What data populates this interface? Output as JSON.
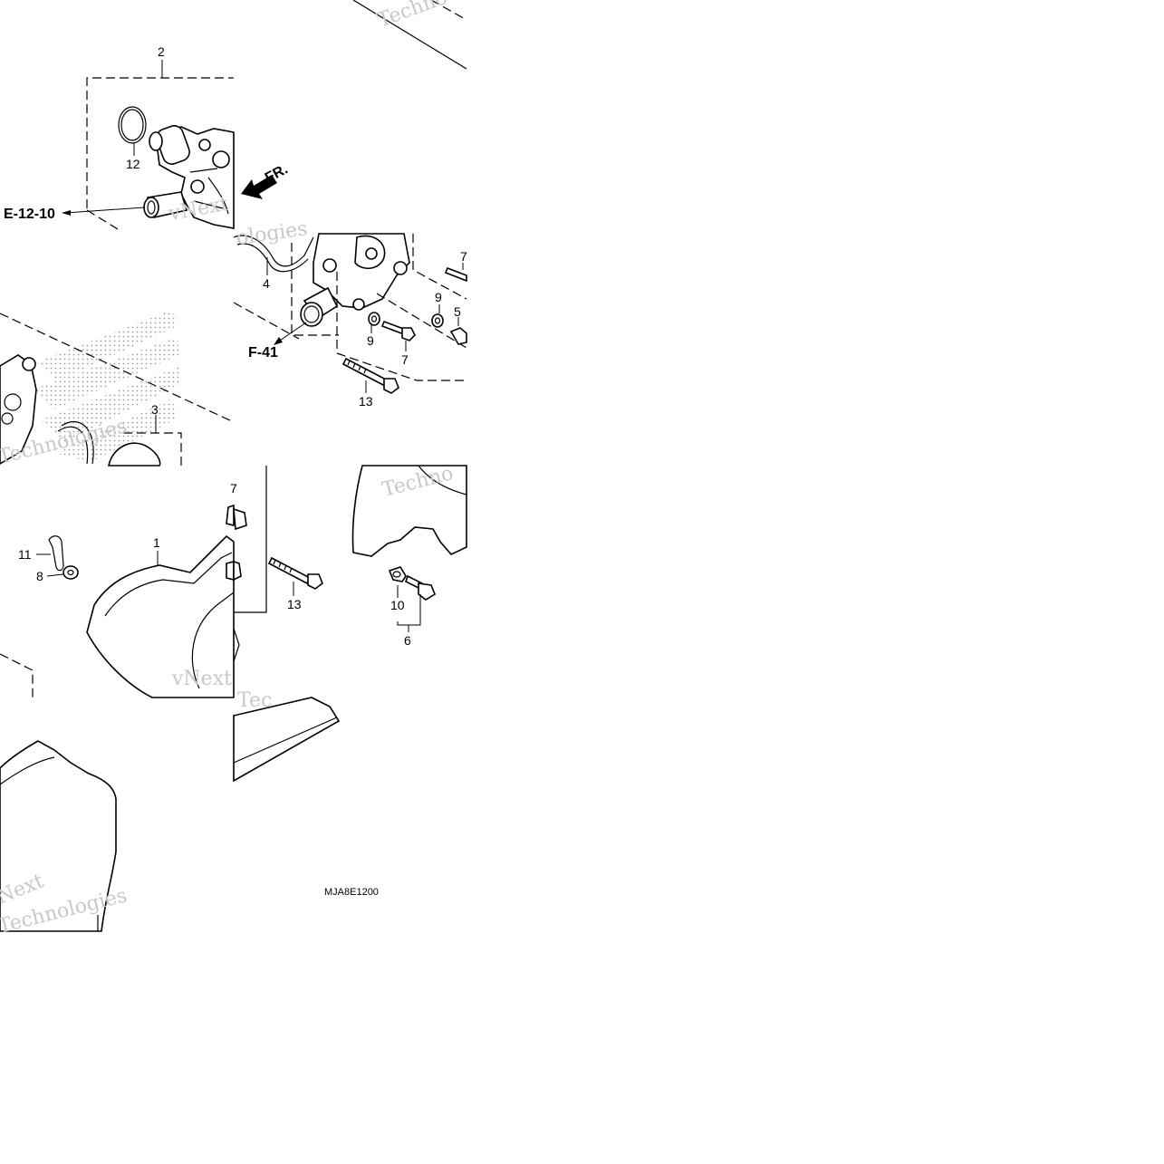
{
  "diagram": {
    "callouts": {
      "c2": "2",
      "c12": "12",
      "c4": "4",
      "c7a": "7",
      "c9a": "9",
      "c5": "5",
      "c9b": "9",
      "c7b": "7",
      "c13a": "13",
      "c3": "3",
      "c7c": "7",
      "c1": "1",
      "c11": "11",
      "c8": "8",
      "c13b": "13",
      "c10": "10",
      "c6": "6"
    },
    "references": {
      "e12": "E-12-10",
      "f41": "F-41",
      "fr": "FR."
    },
    "diagram_code": "MJA8E1200",
    "watermark": {
      "company": "vNext",
      "word": "Technologies",
      "short": "Techno",
      "tail": "ologies",
      "next": "Next",
      "tech": "Tec"
    },
    "colors": {
      "ink": "#000000",
      "watermark": "#c8c8c8",
      "stipple": "#9a9a9a"
    }
  }
}
